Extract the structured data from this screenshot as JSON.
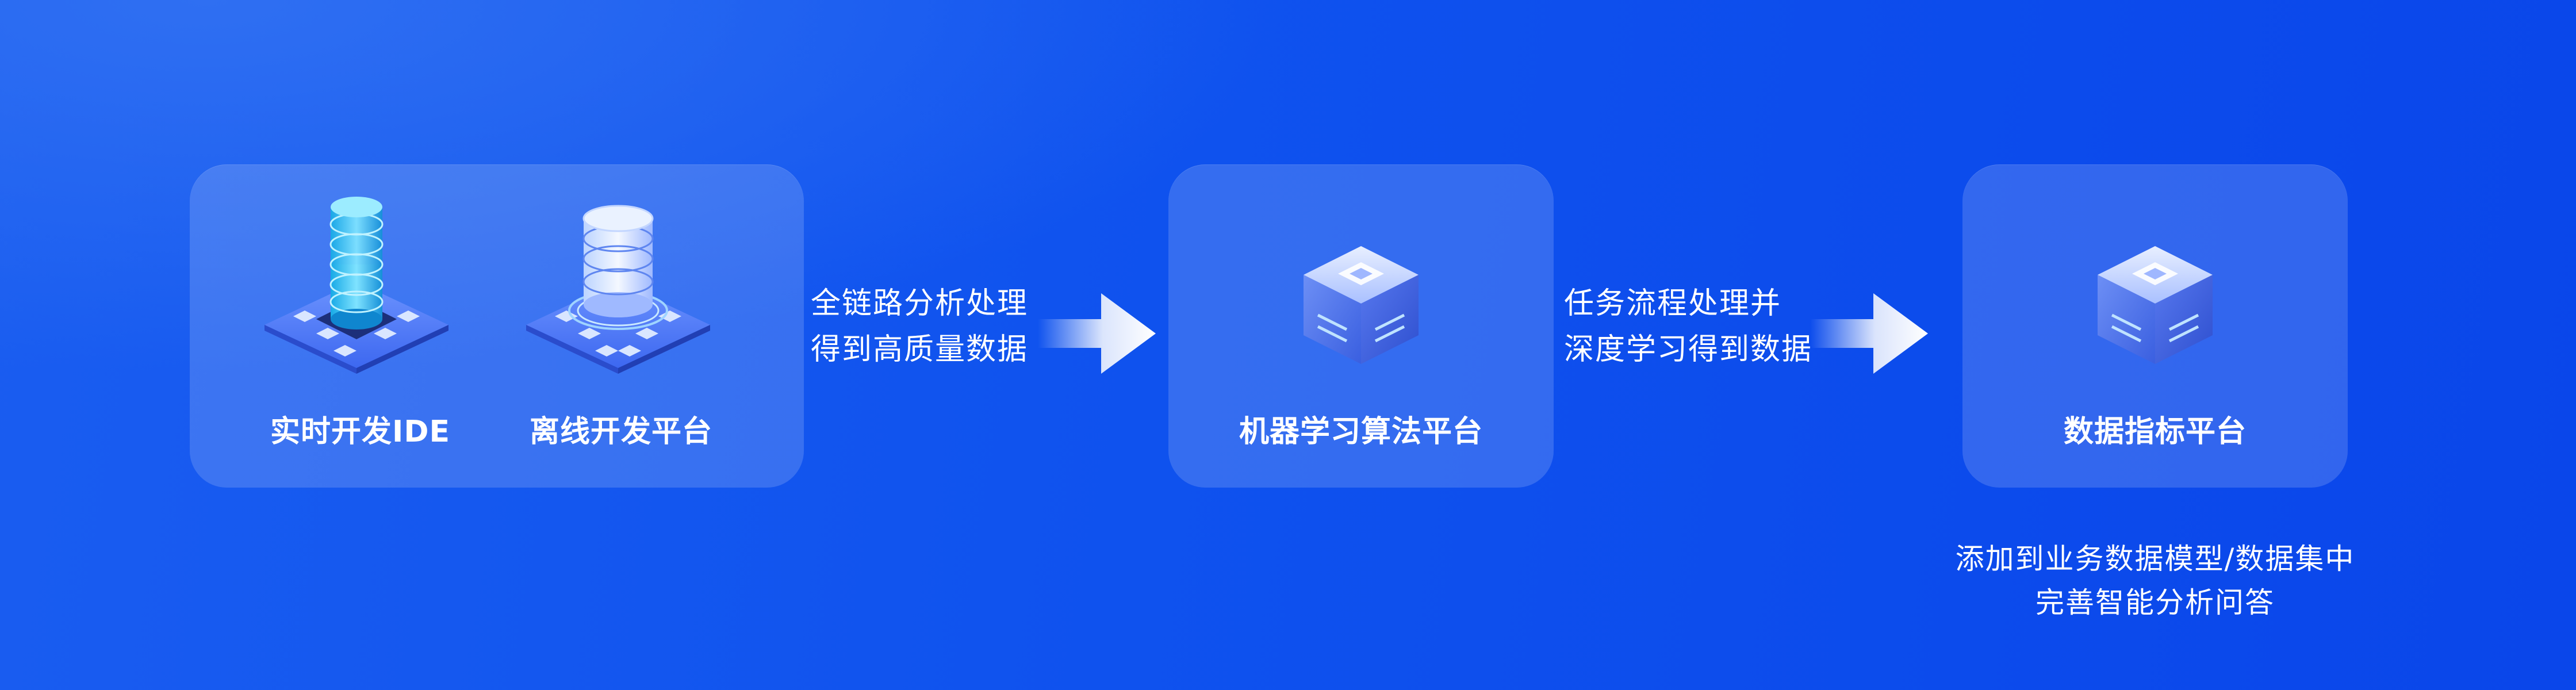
{
  "stages": [
    {
      "items": [
        {
          "label": "实时开发IDE",
          "icon": "database-stack-icon"
        },
        {
          "label": "离线开发平台",
          "icon": "database-cylinder-icon"
        }
      ]
    },
    {
      "items": [
        {
          "label": "机器学习算法平台",
          "icon": "cube-icon"
        }
      ]
    },
    {
      "items": [
        {
          "label": "数据指标平台",
          "icon": "cube-icon"
        }
      ]
    }
  ],
  "flows": [
    {
      "line1": "全链路分析处理",
      "line2": "得到高质量数据"
    },
    {
      "line1": "任务流程处理并",
      "line2": "深度学习得到数据"
    }
  ],
  "note": {
    "line1": "添加到业务数据模型/数据集中",
    "line2": "完善智能分析问答"
  },
  "colors": {
    "background": "#0f52ee",
    "card": "rgba(255,255,255,0.16)",
    "text": "#ffffff"
  }
}
